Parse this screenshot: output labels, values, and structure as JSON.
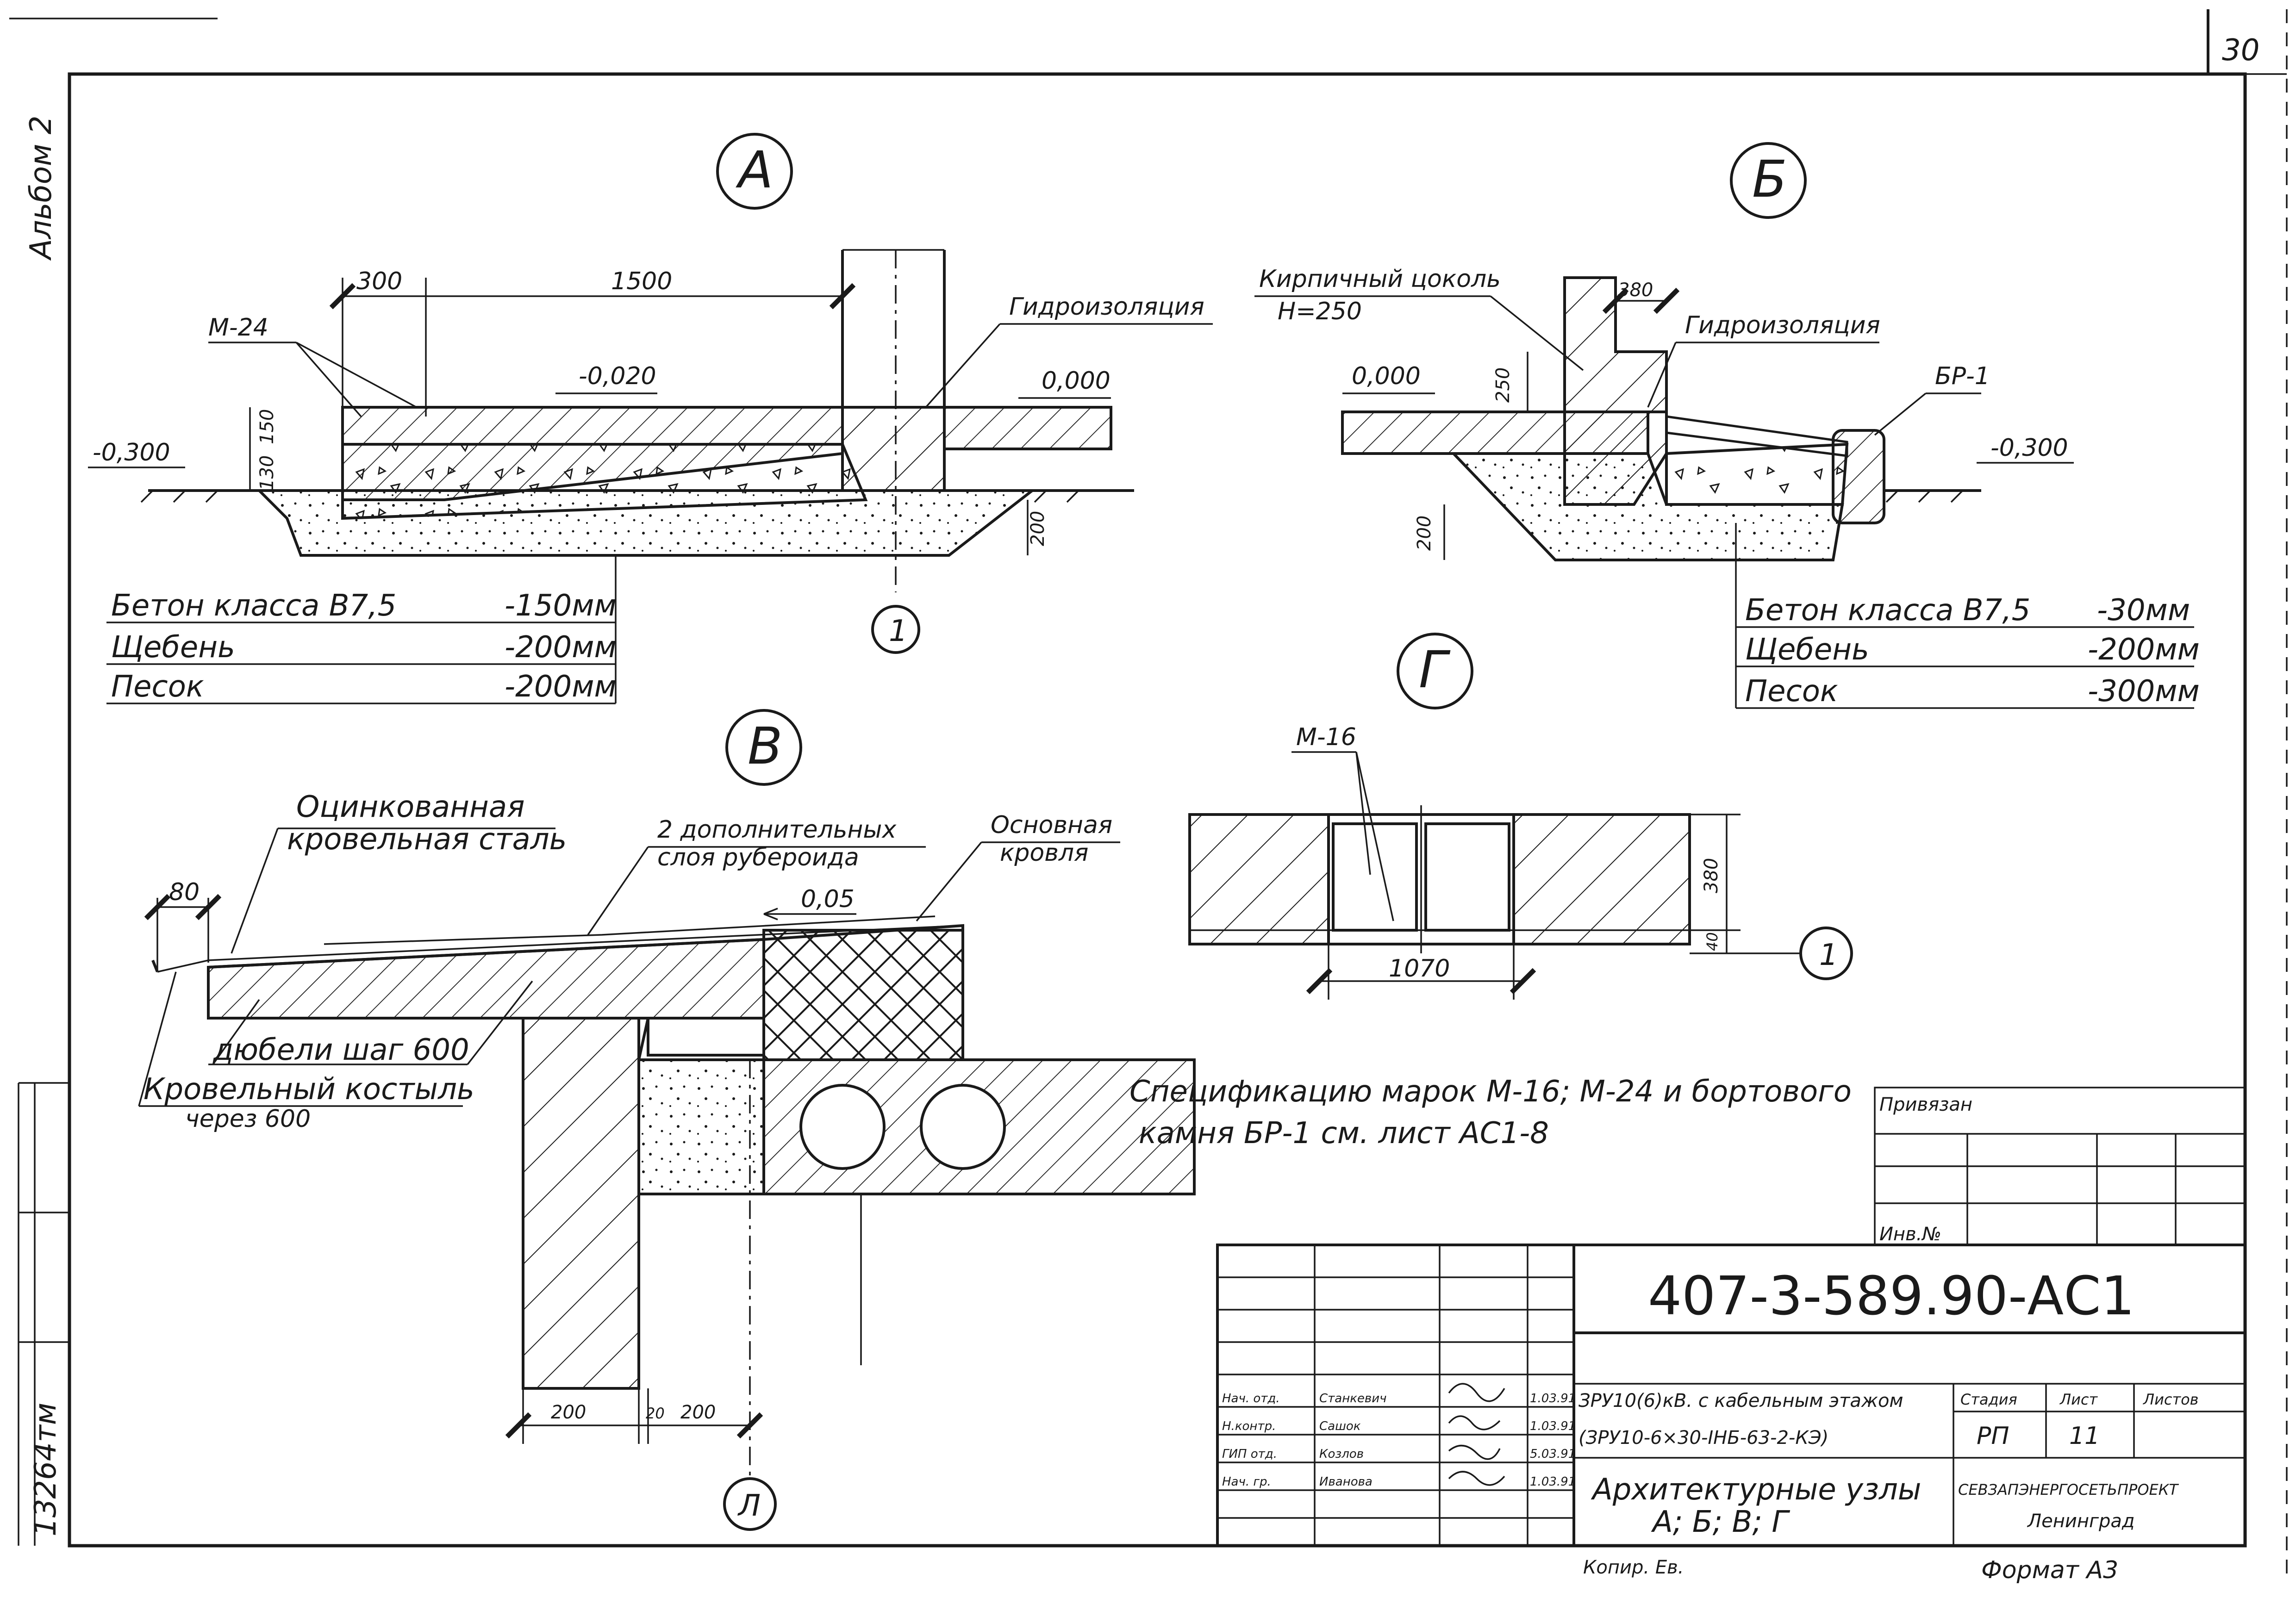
{
  "sheet": {
    "page_number": "30",
    "album_label": "Альбом 2",
    "archive_code": "13264тм",
    "format_label": "Формат А3",
    "copied_label": "Копир. Ев."
  },
  "node_a": {
    "label": "А",
    "dim_300": "300",
    "dim_1500": "1500",
    "dim_150": "150",
    "dim_130": "130",
    "dim_200": "200",
    "mark_m24": "М-24",
    "elev_minus_020": "-0,020",
    "elev_0000": "0,000",
    "elev_minus_300": "-0,300",
    "waterproofing": "Гидроизоляция",
    "axis_1": "1",
    "layers": [
      {
        "name": "Бетон класса  В7,5",
        "thickness": "-150мм"
      },
      {
        "name": "Щебень",
        "thickness": "-200мм"
      },
      {
        "name": "Песок",
        "thickness": "-200мм"
      }
    ]
  },
  "node_b": {
    "label": "Б",
    "plinth_line1": "Кирпичный цоколь",
    "plinth_line2": "Н=250",
    "dim_380": "380",
    "dim_250": "250",
    "dim_200": "200",
    "waterproofing": "Гидроизоляция",
    "elev_0000": "0,000",
    "mark_br1": "БР-1",
    "elev_minus_300": "-0,300",
    "layers": [
      {
        "name": "Бетон класса  В7,5",
        "thickness": "-30мм"
      },
      {
        "name": "Щебень",
        "thickness": "-200мм"
      },
      {
        "name": "Песок",
        "thickness": "-300мм"
      }
    ]
  },
  "node_v": {
    "label": "В",
    "steel_line1": "Оцинкованная",
    "steel_line2": "кровельная сталь",
    "ruberoid_line1": "2 дополнительных",
    "ruberoid_line2": "слоя рубероида",
    "roof_line1": "Основная",
    "roof_line2": "кровля",
    "dim_80": "80",
    "slope": "0,05",
    "dowels": "дюбели шаг 600",
    "crutch_line1": "Кровельный костыль",
    "crutch_line2": "через 600",
    "dim_200a": "200",
    "dim_20": "20",
    "dim_200b": "200",
    "axis_l": "Л"
  },
  "node_g": {
    "label": "Г",
    "mark_m16": "М-16",
    "dim_380": "380",
    "dim_40": "40",
    "dim_1070": "1070",
    "axis_1": "1"
  },
  "spec_note": {
    "line1": "Спецификацию марок М-16; М-24 и бортового",
    "line2": "камня БР-1 см. лист АС1-8"
  },
  "stamp_small": {
    "linked": "Привязан",
    "inv": "Инв.№"
  },
  "title_block": {
    "doc_code": "407-3-589.90-АС1",
    "project_line1": "ЗРУ10(6)кВ. с кабельным этажом",
    "project_line2": "(ЗРУ10-6×30-IНБ-63-2-КЭ)",
    "sheet_title_line1": "Архитектурные узлы",
    "sheet_title_line2": "А; Б; В; Г",
    "stage_header": "Стадия",
    "sheet_header": "Лист",
    "sheets_header": "Листов",
    "stage_value": "РП",
    "sheet_value": "11",
    "org_line1": "СЕВЗАПЭНЕРГОСЕТЬПРОЕКТ",
    "org_line2": "Ленинград",
    "signers": [
      {
        "role": "Нач. отд.",
        "name": "Станкевич",
        "date": "1.03.91"
      },
      {
        "role": "Н.контр.",
        "name": "Сашок",
        "date": "1.03.91"
      },
      {
        "role": "ГИП отд.",
        "name": "Козлов",
        "date": "5.03.91"
      },
      {
        "role": "Нач. гр.",
        "name": "Иванова",
        "date": "1.03.91"
      }
    ]
  }
}
